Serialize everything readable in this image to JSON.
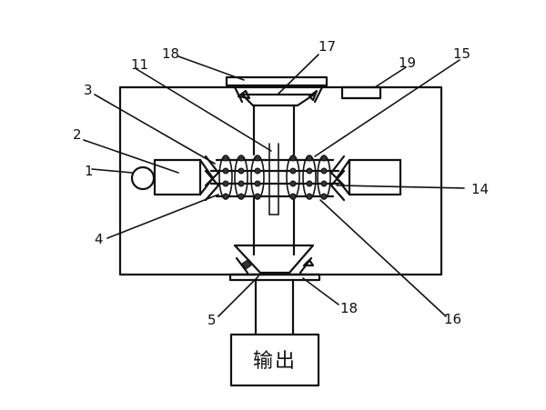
{
  "labels": {
    "l1": "1",
    "l2": "2",
    "l3": "3",
    "l4": "4",
    "l5": "5",
    "l11": "11",
    "l14": "14",
    "l15": "15",
    "l16": "16",
    "l17": "17",
    "l18_top": "18",
    "l18_bottom": "18",
    "l19": "19"
  },
  "output_box_text": "输出"
}
